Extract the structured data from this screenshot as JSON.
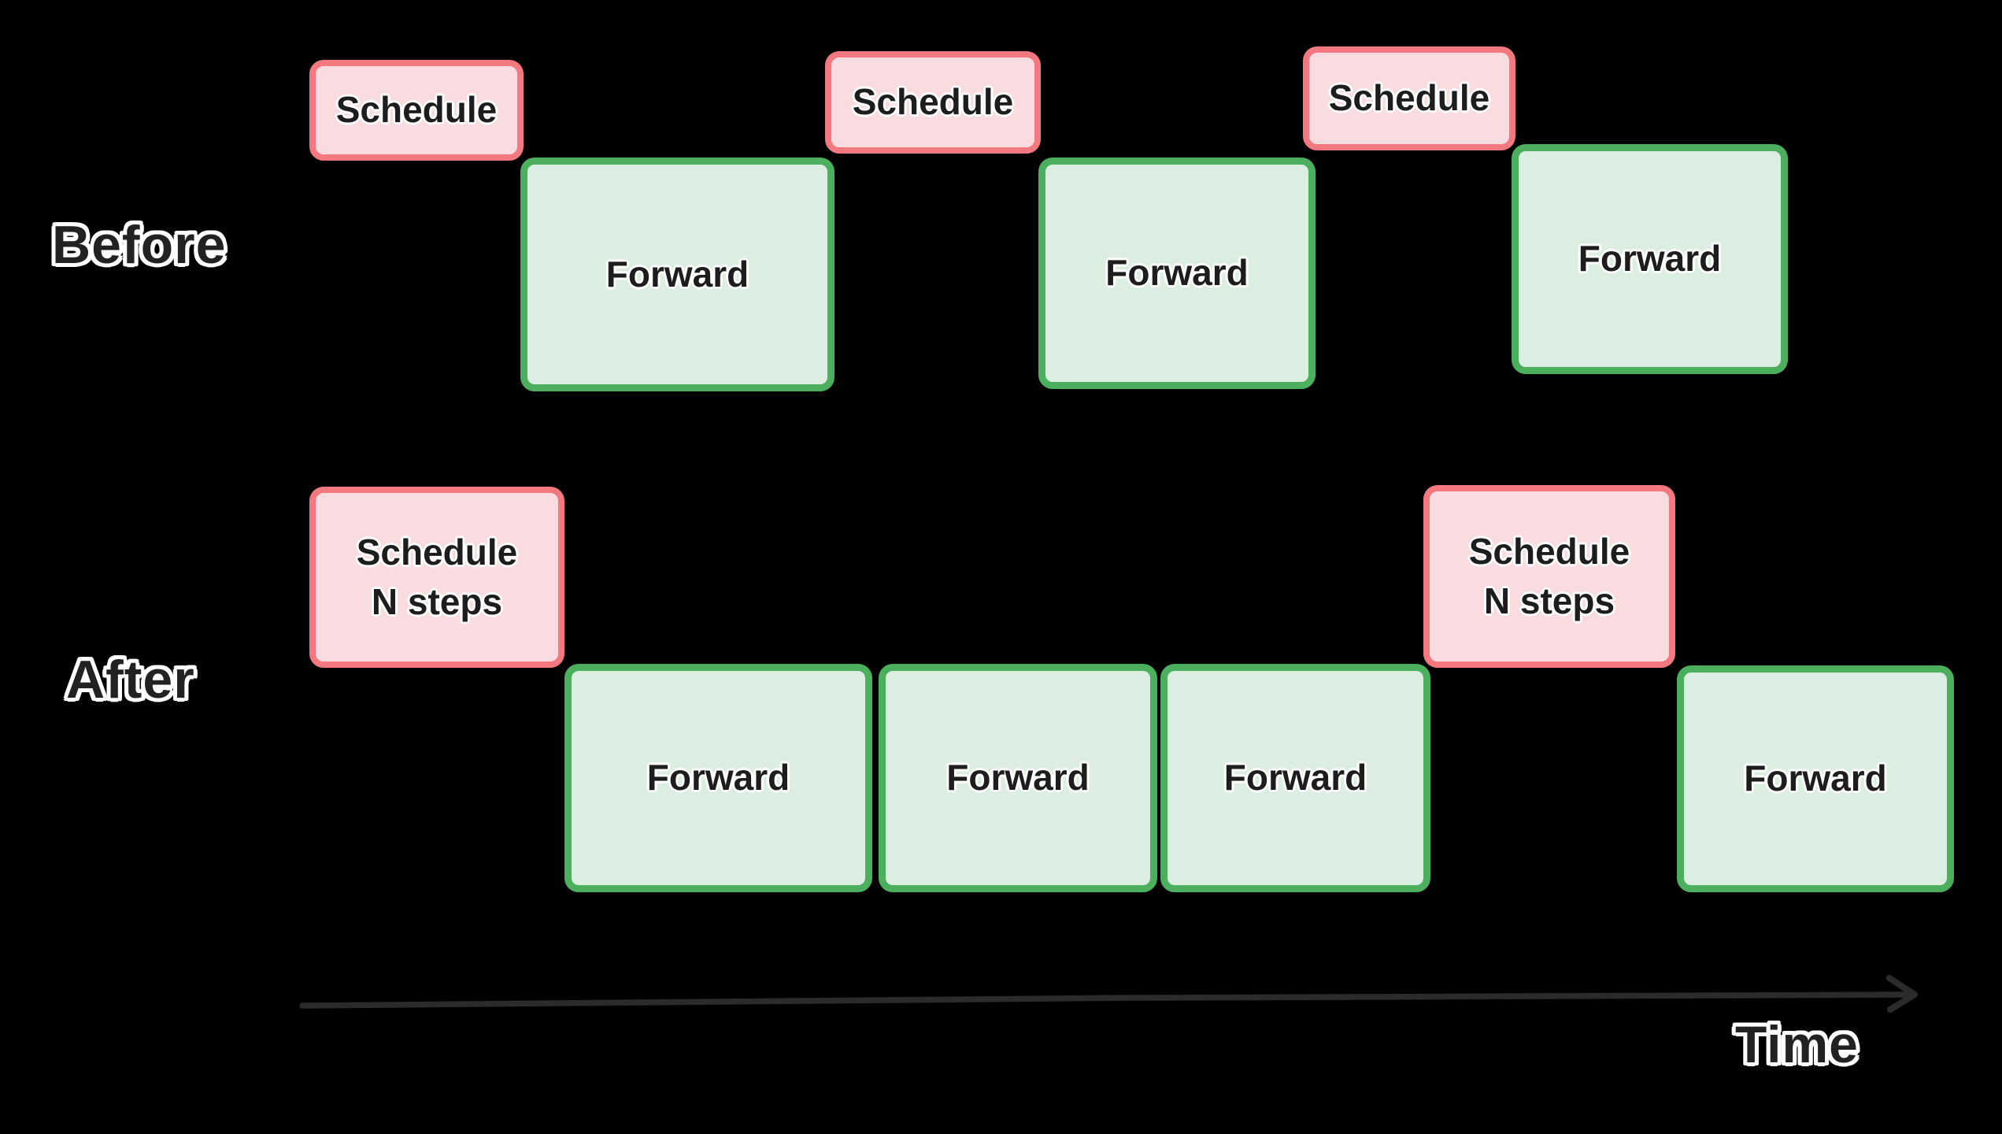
{
  "colors": {
    "background": "#000000",
    "schedule_border": "#f4787f",
    "schedule_fill": "#f9dce0",
    "forward_border": "#4caf5e",
    "forward_fill": "#dceee2",
    "box_text": "#1d1d1d",
    "label_text": "#222222",
    "label_outline": "#ffffff",
    "arrow": "#2b2b2b"
  },
  "rows": {
    "before": {
      "label": "Before",
      "schedules": [
        {
          "label": "Schedule"
        },
        {
          "label": "Schedule"
        },
        {
          "label": "Schedule"
        }
      ],
      "forwards": [
        {
          "label": "Forward"
        },
        {
          "label": "Forward"
        },
        {
          "label": "Forward"
        }
      ]
    },
    "after": {
      "label": "After",
      "schedules": [
        {
          "label": "Schedule",
          "sublabel": "N steps"
        },
        {
          "label": "Schedule",
          "sublabel": "N steps"
        }
      ],
      "forwards": [
        {
          "label": "Forward"
        },
        {
          "label": "Forward"
        },
        {
          "label": "Forward"
        },
        {
          "label": "Forward"
        }
      ]
    }
  },
  "axis": {
    "label": "Time",
    "icon": "time-arrow-right"
  }
}
